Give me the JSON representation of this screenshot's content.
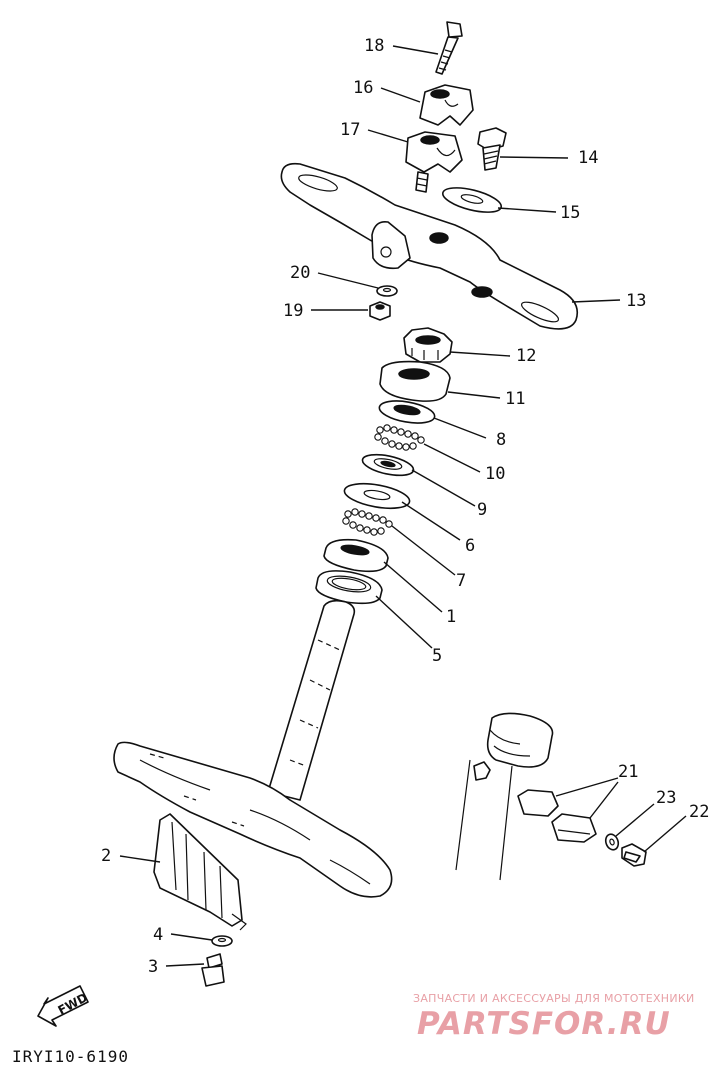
{
  "diagram": {
    "part_labels": [
      {
        "id": "18",
        "text": "18"
      },
      {
        "id": "16",
        "text": "16"
      },
      {
        "id": "17",
        "text": "17"
      },
      {
        "id": "14",
        "text": "14"
      },
      {
        "id": "15",
        "text": "15"
      },
      {
        "id": "20",
        "text": "20"
      },
      {
        "id": "19",
        "text": "19"
      },
      {
        "id": "13",
        "text": "13"
      },
      {
        "id": "12",
        "text": "12"
      },
      {
        "id": "11",
        "text": "11"
      },
      {
        "id": "8",
        "text": "8"
      },
      {
        "id": "10",
        "text": "10"
      },
      {
        "id": "9",
        "text": "9"
      },
      {
        "id": "6",
        "text": "6"
      },
      {
        "id": "7",
        "text": "7"
      },
      {
        "id": "1",
        "text": "1"
      },
      {
        "id": "5",
        "text": "5"
      },
      {
        "id": "21",
        "text": "21"
      },
      {
        "id": "23",
        "text": "23"
      },
      {
        "id": "22",
        "text": "22"
      },
      {
        "id": "2",
        "text": "2"
      },
      {
        "id": "4",
        "text": "4"
      },
      {
        "id": "3",
        "text": "3"
      }
    ],
    "fwd_arrow_text": "FWD",
    "catalog_code": "IRYI10-6190"
  },
  "watermark": {
    "caption": "ЗАПЧАСТИ И АКСЕССУАРЫ ДЛЯ МОТОТЕХНИКИ",
    "logo_text": "PARTSFOR.RU",
    "color": "#e8a0a6"
  }
}
